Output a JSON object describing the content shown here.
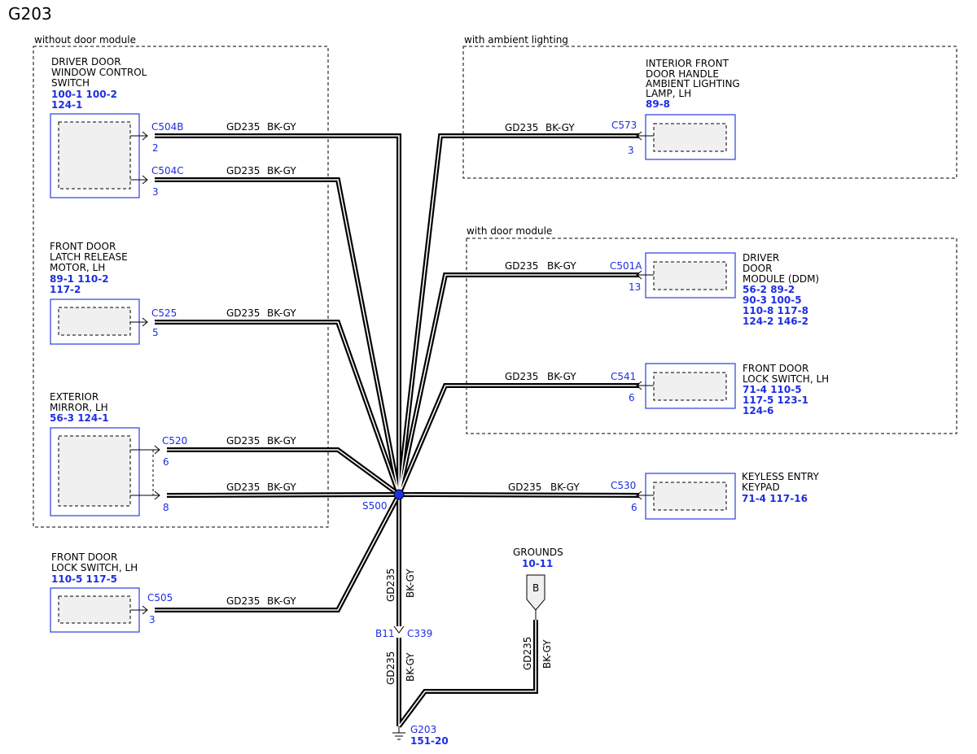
{
  "title": "G203",
  "groups": {
    "without_door_module": "without door module",
    "with_ambient_lighting": "with ambient lighting",
    "with_door_module": "with door module"
  },
  "wire": {
    "circuit": "GD235",
    "color": "BK-GY"
  },
  "splice": "S500",
  "components": {
    "driver_window_switch": {
      "name": [
        "DRIVER DOOR",
        "WINDOW CONTROL",
        "SWITCH"
      ],
      "refs": [
        "100-1 100-2",
        "124-1"
      ],
      "connectors": [
        {
          "id": "C504B",
          "pin": "2"
        },
        {
          "id": "C504C",
          "pin": "3"
        }
      ]
    },
    "latch_release_motor": {
      "name": [
        "FRONT DOOR",
        "LATCH RELEASE",
        "MOTOR, LH"
      ],
      "refs": [
        "89-1 110-2",
        "117-2"
      ],
      "connectors": [
        {
          "id": "C525",
          "pin": "5"
        }
      ]
    },
    "exterior_mirror": {
      "name": [
        "EXTERIOR",
        "MIRROR, LH"
      ],
      "refs": [
        "56-3  124-1"
      ],
      "connectors": [
        {
          "id": "C520",
          "pin": "6"
        },
        {
          "id": "",
          "pin": "8"
        }
      ]
    },
    "front_door_lock_switch_left": {
      "name": [
        "FRONT DOOR",
        "LOCK SWITCH, LH"
      ],
      "refs": [
        "110-5 117-5"
      ],
      "connectors": [
        {
          "id": "C505",
          "pin": "3"
        }
      ]
    },
    "ambient_lamp": {
      "name": [
        "INTERIOR FRONT",
        "DOOR HANDLE",
        "AMBIENT LIGHTING",
        "LAMP, LH"
      ],
      "refs": [
        "89-8"
      ],
      "connectors": [
        {
          "id": "C573",
          "pin": "3"
        }
      ]
    },
    "ddm": {
      "name": [
        "DRIVER",
        "DOOR",
        "MODULE (DDM)"
      ],
      "refs": [
        "56-2   89-2",
        "90-3   100-5",
        "110-8 117-8",
        "124-2 146-2"
      ],
      "connectors": [
        {
          "id": "C501A",
          "pin": "13"
        }
      ]
    },
    "front_door_lock_switch_right": {
      "name": [
        "FRONT DOOR",
        "LOCK SWITCH, LH"
      ],
      "refs": [
        "71-4   110-5",
        "117-5 123-1",
        "124-6"
      ],
      "connectors": [
        {
          "id": "C541",
          "pin": "6"
        }
      ]
    },
    "keyless_keypad": {
      "name": [
        "KEYLESS ENTRY",
        "KEYPAD"
      ],
      "refs": [
        "71-4     117-16"
      ],
      "connectors": [
        {
          "id": "C530",
          "pin": "6"
        }
      ]
    }
  },
  "inline_connector": {
    "left": "B11",
    "right": "C339"
  },
  "grounds": {
    "label": "GROUNDS",
    "ref": "10-11",
    "tag": "B"
  },
  "ground_point": {
    "id": "G203",
    "ref": "151-20"
  }
}
